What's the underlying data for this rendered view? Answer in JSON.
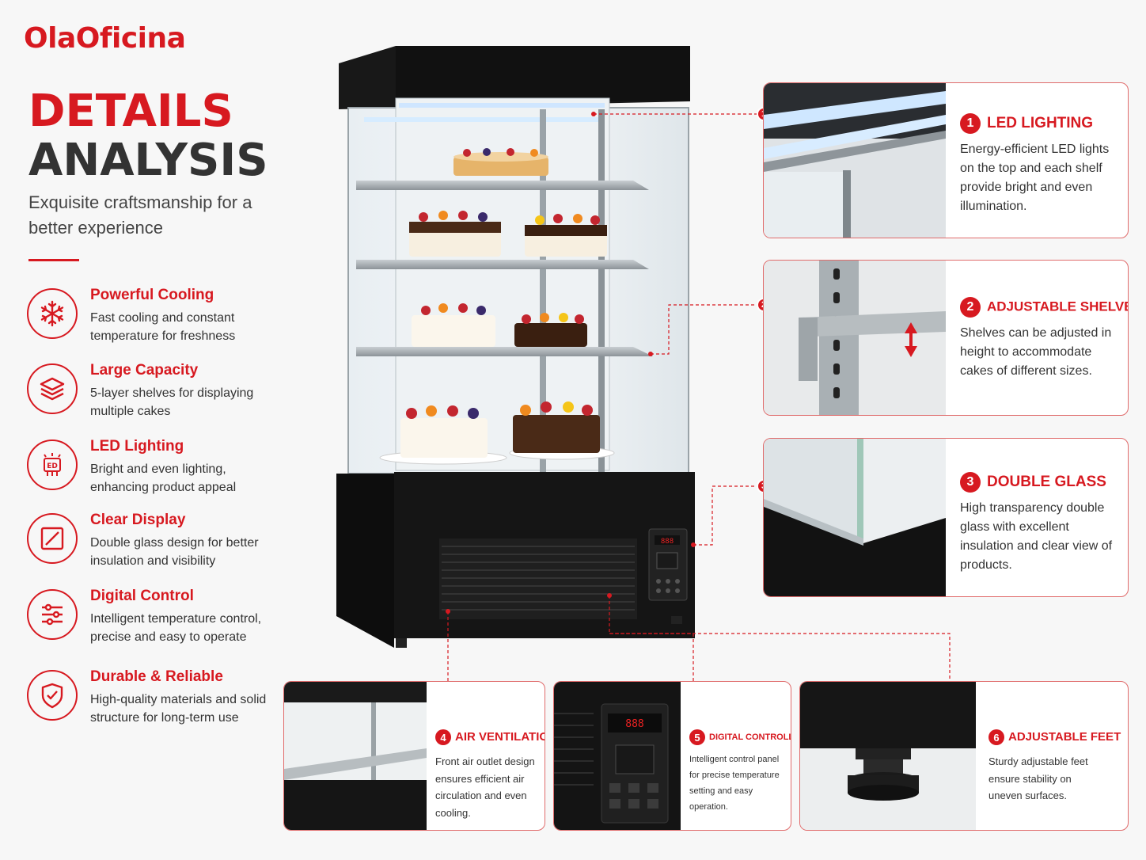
{
  "brand": "OlaOficina",
  "heading": {
    "line1": "DETAILS",
    "line2": "ANALYSIS"
  },
  "subtitle": "Exquisite craftsmanship for a better experience",
  "colors": {
    "accent": "#d71920",
    "text": "#2b2b2b",
    "cabinet": "#151515"
  },
  "features": [
    {
      "icon": "snowflake-icon",
      "title": "Powerful Cooling",
      "desc": "Fast cooling and constant temperature for freshness"
    },
    {
      "icon": "layers-icon",
      "title": "Large Capacity",
      "desc": "5-layer shelves for displaying multiple cakes"
    },
    {
      "icon": "led-icon",
      "title": "LED Lighting",
      "desc": "Bright and even lighting, enhancing product appeal"
    },
    {
      "icon": "glass-icon",
      "title": "Clear Display",
      "desc": "Double glass design for better insulation and visibility"
    },
    {
      "icon": "sliders-icon",
      "title": "Digital Control",
      "desc": "Intelligent temperature control, precise and easy to operate"
    },
    {
      "icon": "shield-check-icon",
      "title": "Durable & Reliable",
      "desc": "High-quality materials and solid structure for long-term use"
    }
  ],
  "callouts": [
    {
      "number": "1",
      "title": "LED LIGHTING",
      "desc": "Energy-efficient LED lights on the top and each shelf provide bright and even illumination."
    },
    {
      "number": "2",
      "title": "ADJUSTABLE SHELVES",
      "desc": "Shelves can be adjusted in height to accommodate cakes of different sizes."
    },
    {
      "number": "3",
      "title": "DOUBLE GLASS",
      "desc": "High transparency double glass with excellent insulation and clear view of products."
    },
    {
      "number": "4",
      "title": "AIR VENTILATION",
      "desc": "Front air outlet design ensures efficient air circulation and even cooling."
    },
    {
      "number": "5",
      "title": "DIGITAL CONTROLLER",
      "desc": "Intelligent control panel for precise temperature setting and easy operation."
    },
    {
      "number": "6",
      "title": "ADJUSTABLE FEET",
      "desc": "Sturdy adjustable feet ensure stability on uneven surfaces."
    }
  ],
  "controller_display": "888"
}
